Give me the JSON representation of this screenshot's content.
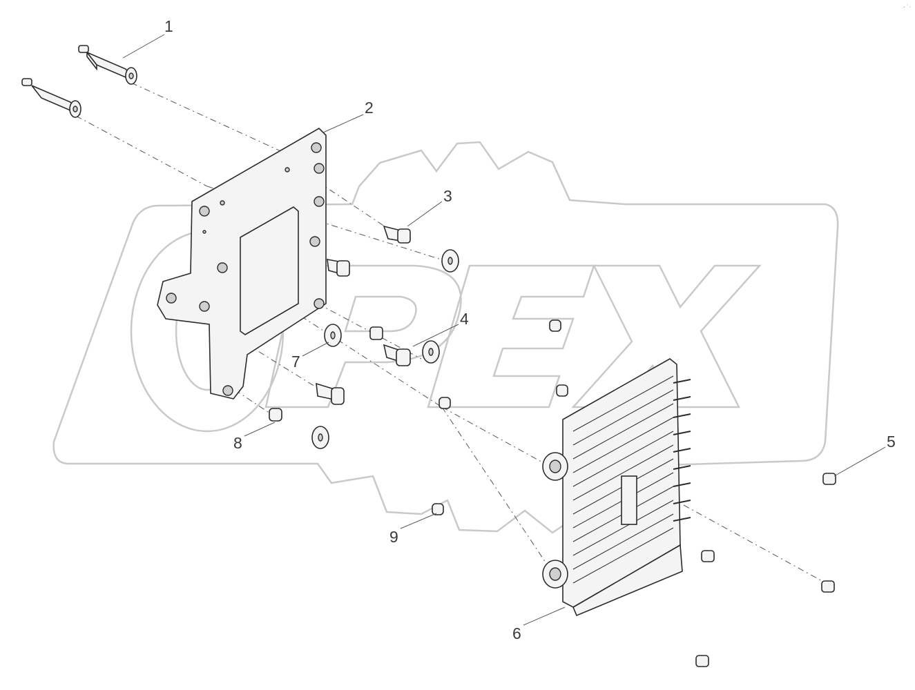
{
  "watermark": {
    "text": "OPEX"
  },
  "corner_mark": "·˙‧",
  "callouts": [
    {
      "id": "1",
      "label": "1"
    },
    {
      "id": "2",
      "label": "2"
    },
    {
      "id": "3",
      "label": "3"
    },
    {
      "id": "4",
      "label": "4"
    },
    {
      "id": "5",
      "label": "5"
    },
    {
      "id": "6",
      "label": "6"
    },
    {
      "id": "7",
      "label": "7"
    },
    {
      "id": "8",
      "label": "8"
    },
    {
      "id": "9",
      "label": "9"
    }
  ],
  "colors": {
    "line": "#2a2a2a",
    "watermark": "#c9c9c9",
    "label": "#3a3a3a"
  }
}
